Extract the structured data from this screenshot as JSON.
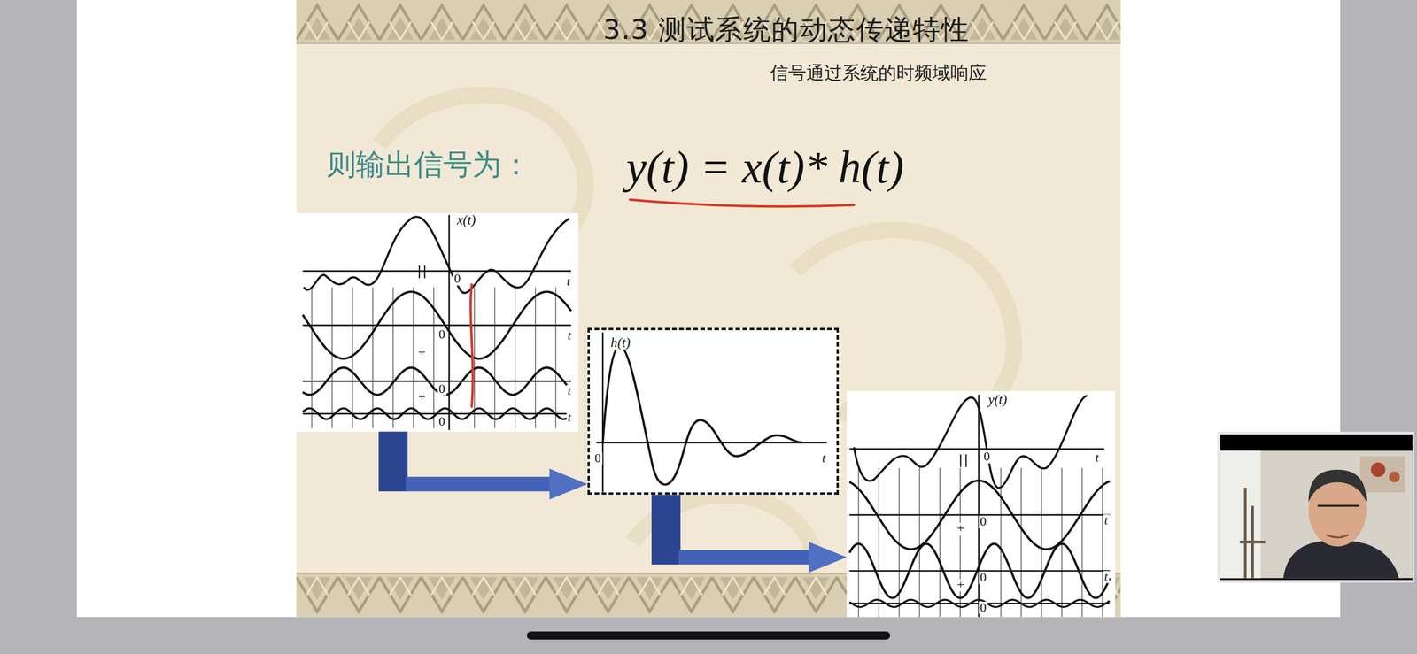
{
  "diagram": {
    "title": "3.3 测试系统的动态传递特性",
    "nodes": [
      {
        "text": [
          "x(t)",
          "0",
          "t",
          "0",
          "t",
          "+",
          "0",
          "t",
          "+",
          "0",
          "t"
        ]
      },
      {
        "text": [
          "h(t)",
          "0",
          "t"
        ]
      },
      {
        "text": [
          "y(t)",
          "0",
          "t",
          "0",
          "t",
          "+",
          "0",
          "t",
          "+",
          "0"
        ]
      }
    ],
    "edges": [
      {
        "from": 0,
        "to": 1,
        "arrow": "to"
      },
      {
        "from": 1,
        "to": 2,
        "arrow": "to"
      }
    ],
    "labels": [
      "信号通过系统的时频域响应",
      "则输出信号为：",
      "y(t) = x(t)* h(t)"
    ]
  }
}
